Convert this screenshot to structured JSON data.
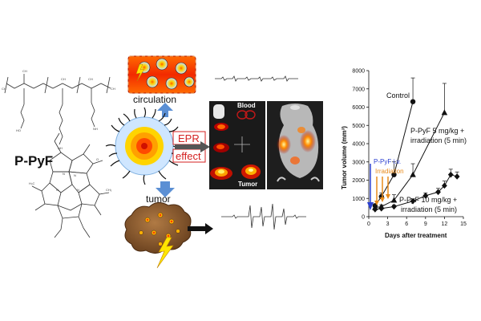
{
  "structure_label": "P-PyF",
  "circulation_label": "circulation",
  "tumor_label": "tumor",
  "epr_label_line1": "EPR",
  "epr_label_line2": "effect",
  "blood_label": "Blood",
  "tumor_panel_label": "Tumor",
  "colors": {
    "accent_red": "#d42020",
    "arrow_blue": "#5b8fd4",
    "tumor_brown": "#8a5a2e",
    "vessel_orange": "#e8731c",
    "injection_blue": "#2a3fd0",
    "irradiation_orange": "#e88a1a"
  },
  "chart_data": {
    "type": "line",
    "xlabel": "Days after treatment",
    "ylabel": "Tumor volume (mm³)",
    "xlim": [
      0,
      15
    ],
    "ylim": [
      0,
      8000
    ],
    "xticks": [
      0,
      3,
      6,
      9,
      12,
      15
    ],
    "yticks": [
      0,
      1000,
      2000,
      3000,
      4000,
      5000,
      6000,
      7000,
      8000
    ],
    "annotations": {
      "injection": "P-PyF i.v.",
      "irradiation": "Irradiation"
    },
    "series": [
      {
        "name": "Control",
        "marker": "circle",
        "x": [
          1,
          2,
          4,
          7
        ],
        "y": [
          600,
          1100,
          2300,
          6300
        ],
        "err": [
          100,
          200,
          700,
          1300
        ]
      },
      {
        "name": "P-PyF 5 mg/kg + irradiation (5 min)",
        "marker": "triangle",
        "x": [
          1,
          2,
          4,
          7,
          12
        ],
        "y": [
          500,
          550,
          900,
          2300,
          5700
        ],
        "err": [
          80,
          100,
          300,
          600,
          1600
        ]
      },
      {
        "name": "P-PyF 10 mg/kg + irradiation (5 min)",
        "marker": "diamond",
        "x": [
          1,
          2,
          4,
          7,
          9,
          11,
          12,
          13,
          14
        ],
        "y": [
          400,
          450,
          550,
          850,
          1150,
          1350,
          1700,
          2300,
          2200
        ],
        "err": [
          60,
          60,
          80,
          120,
          150,
          200,
          250,
          300,
          250
        ]
      }
    ],
    "legend_labels": {
      "control": "Control",
      "p5_line1": "P-PyF 5 mg/kg +",
      "p5_line2": "irradiation (5 min)",
      "p10_line1": "P-PyF 10 mg/kg +",
      "p10_line2": "irradiation (5 min)"
    }
  }
}
